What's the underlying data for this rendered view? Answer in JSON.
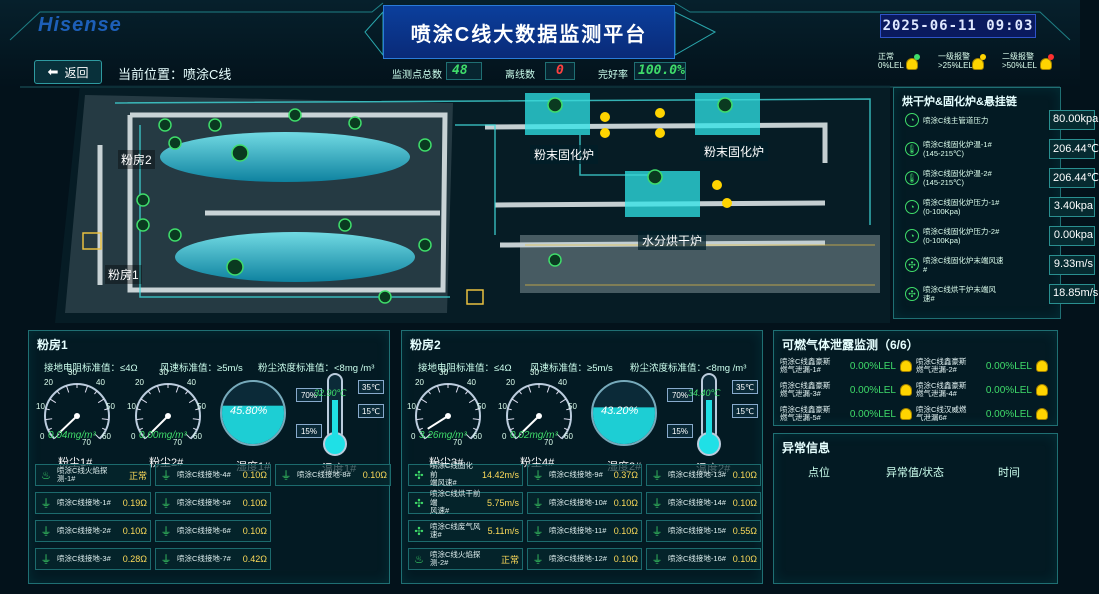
{
  "header": {
    "brand": "Hisense",
    "title": "喷涂C线大数据监测平台",
    "datetime": "2025-06-11 09:03",
    "back_label": "返回",
    "location": "当前位置：喷涂C线",
    "stats": [
      {
        "label": "监测点总数",
        "value": "48",
        "color": "#3fdc6a"
      },
      {
        "label": "离线数",
        "value": "0",
        "color": "#ff4040"
      },
      {
        "label": "完好率",
        "value": "100.0%",
        "color": "#3fdc6a"
      }
    ],
    "alarm_legend": [
      {
        "line1": "正常",
        "line2": "0%LEL",
        "color": "#3fdc6a"
      },
      {
        "line1": "一级报警",
        "line2": ">25%LEL",
        "color": "#ffd400"
      },
      {
        "line1": "二级报警",
        "line2": ">50%LEL",
        "color": "#ff3030"
      }
    ]
  },
  "map": {
    "room1": "粉房1",
    "room2": "粉房2",
    "oven1": "粉末固化炉",
    "oven2": "粉末固化炉",
    "dryer": "水分烘干炉"
  },
  "oven_panel": {
    "title": "烘干炉&固化炉&悬挂链",
    "rows": [
      {
        "icon": "gauge-icon",
        "glyph": "◔",
        "label": "喷涂C线主管道压力",
        "value": "80.00kpa"
      },
      {
        "icon": "thermometer-icon",
        "glyph": "🌡",
        "label": "喷涂C线固化炉温-1#\n(145-215℃)",
        "value": "206.44℃"
      },
      {
        "icon": "thermometer-icon",
        "glyph": "🌡",
        "label": "喷涂C线固化炉温-2#\n(145-215℃)",
        "value": "206.44℃"
      },
      {
        "icon": "gauge-icon",
        "glyph": "◔",
        "label": "喷涂C线固化炉压力-1#\n(0-100Kpa)",
        "value": "3.40kpa"
      },
      {
        "icon": "gauge-icon",
        "glyph": "◔",
        "label": "喷涂C线固化炉压力-2#\n(0-100Kpa)",
        "value": "0.00kpa"
      },
      {
        "icon": "fan-icon",
        "glyph": "✣",
        "label": "喷涂C线固化炉末端风速\n#",
        "value": "9.33m/s"
      },
      {
        "icon": "fan-icon",
        "glyph": "✣",
        "label": "喷涂C线烘干炉末端风\n速#",
        "value": "18.85m/s"
      }
    ]
  },
  "room1": {
    "title": "粉房1",
    "std_ground": "接地电阻标准值：≤4Ω",
    "std_wind": "风速标准值：≥5m/s",
    "std_dust": "粉尘浓度标准值：<8mg /m³",
    "gauge_ticks": [
      "0",
      "10",
      "20",
      "30",
      "40",
      "50",
      "60",
      "70"
    ],
    "gauge1": {
      "value": "0.04mg/m³",
      "label": "粉尘1#",
      "fraction": 0.005
    },
    "gauge2": {
      "value": "0.00mg/m³",
      "label": "粉尘2#",
      "fraction": 0.0
    },
    "humidity": {
      "value": "45.80%",
      "label": "湿度1#",
      "hi": "70%",
      "lo": "15%",
      "fraction": 0.458
    },
    "temp": {
      "value": "32.90℃",
      "label": "温度1#",
      "hi": "35℃",
      "lo": "15℃"
    },
    "cells": [
      {
        "icon": "flame-icon",
        "glyph": "♨",
        "label": "喷涂C线火焰探\n测-1#",
        "value": "正常"
      },
      {
        "icon": "ground-icon",
        "glyph": "⏚",
        "label": "喷涂C线接地-4#",
        "value": "0.10Ω"
      },
      {
        "icon": "ground-icon",
        "glyph": "⏚",
        "label": "喷涂C线接地-8#",
        "value": "0.10Ω"
      },
      {
        "icon": "ground-icon",
        "glyph": "⏚",
        "label": "喷涂C线接地-1#",
        "value": "0.19Ω"
      },
      {
        "icon": "ground-icon",
        "glyph": "⏚",
        "label": "喷涂C线接地-5#",
        "value": "0.10Ω"
      },
      {
        "icon": "ground-icon",
        "glyph": "⏚",
        "label": "喷涂C线接地-2#",
        "value": "0.10Ω"
      },
      {
        "icon": "ground-icon",
        "glyph": "⏚",
        "label": "喷涂C线接地-6#",
        "value": "0.10Ω"
      },
      {
        "icon": "ground-icon",
        "glyph": "⏚",
        "label": "喷涂C线接地-3#",
        "value": "0.28Ω"
      },
      {
        "icon": "ground-icon",
        "glyph": "⏚",
        "label": "喷涂C线接地-7#",
        "value": "0.42Ω"
      }
    ]
  },
  "room2": {
    "title": "粉房2",
    "std_ground": "接地电阻标准值：≤4Ω",
    "std_wind": "风速标准值：≥5m/s",
    "std_dust": "粉尘浓度标准值：<8mg /m³",
    "gauge_ticks": [
      "0",
      "10",
      "20",
      "30",
      "40",
      "50",
      "60",
      "70"
    ],
    "gauge1": {
      "value": "3.26mg/m³",
      "label": "粉尘3#",
      "fraction": 0.047
    },
    "gauge2": {
      "value": "0.02mg/m³",
      "label": "粉尘4#",
      "fraction": 0.003
    },
    "humidity": {
      "value": "43.20%",
      "label": "湿度2#",
      "hi": "70%",
      "lo": "15%",
      "fraction": 0.432
    },
    "temp": {
      "value": "34.40℃",
      "label": "温度2#",
      "hi": "35℃",
      "lo": "15℃"
    },
    "cells": [
      {
        "icon": "fan-icon",
        "glyph": "✣",
        "label": "喷涂C线固化前\n端风速#",
        "value": "14.42m/s"
      },
      {
        "icon": "ground-icon",
        "glyph": "⏚",
        "label": "喷涂C线接地-9#",
        "value": "0.37Ω"
      },
      {
        "icon": "ground-icon",
        "glyph": "⏚",
        "label": "喷涂C线接地-13#",
        "value": "0.10Ω"
      },
      {
        "icon": "fan-icon",
        "glyph": "✣",
        "label": "喷涂C线烘干前端\n风速#",
        "value": "5.75m/s"
      },
      {
        "icon": "ground-icon",
        "glyph": "⏚",
        "label": "喷涂C线接地-10#",
        "value": "0.10Ω"
      },
      {
        "icon": "ground-icon",
        "glyph": "⏚",
        "label": "喷涂C线接地-14#",
        "value": "0.10Ω"
      },
      {
        "icon": "fan-icon",
        "glyph": "✣",
        "label": "喷涂C线废气风\n速#",
        "value": "5.11m/s"
      },
      {
        "icon": "ground-icon",
        "glyph": "⏚",
        "label": "喷涂C线接地-11#",
        "value": "0.10Ω"
      },
      {
        "icon": "ground-icon",
        "glyph": "⏚",
        "label": "喷涂C线接地-15#",
        "value": "0.55Ω"
      },
      {
        "icon": "flame-icon",
        "glyph": "♨",
        "label": "喷涂C线火焰探\n测-2#",
        "value": "正常"
      },
      {
        "icon": "ground-icon",
        "glyph": "⏚",
        "label": "喷涂C线接地-12#",
        "value": "0.10Ω"
      },
      {
        "icon": "ground-icon",
        "glyph": "⏚",
        "label": "喷涂C线接地-16#",
        "value": "0.10Ω"
      }
    ]
  },
  "gas_panel": {
    "title": "可燃气体泄露监测（6/6）",
    "items": [
      {
        "label": "喷涂C线鑫豪斯\n燃气泄漏-1#",
        "value": "0.00%LEL"
      },
      {
        "label": "喷涂C线鑫豪斯\n燃气泄漏-2#",
        "value": "0.00%LEL"
      },
      {
        "label": "喷涂C线鑫豪斯\n燃气泄漏-3#",
        "value": "0.00%LEL"
      },
      {
        "label": "喷涂C线鑫豪斯\n燃气泄漏-4#",
        "value": "0.00%LEL"
      },
      {
        "label": "喷涂C线鑫豪斯\n燃气泄漏-5#",
        "value": "0.00%LEL"
      },
      {
        "label": "喷涂C线汉威燃\n气泄漏6#",
        "value": "0.00%LEL"
      }
    ]
  },
  "anomaly_panel": {
    "title": "异常信息",
    "columns": [
      "点位",
      "异常值/状态",
      "时间"
    ]
  }
}
